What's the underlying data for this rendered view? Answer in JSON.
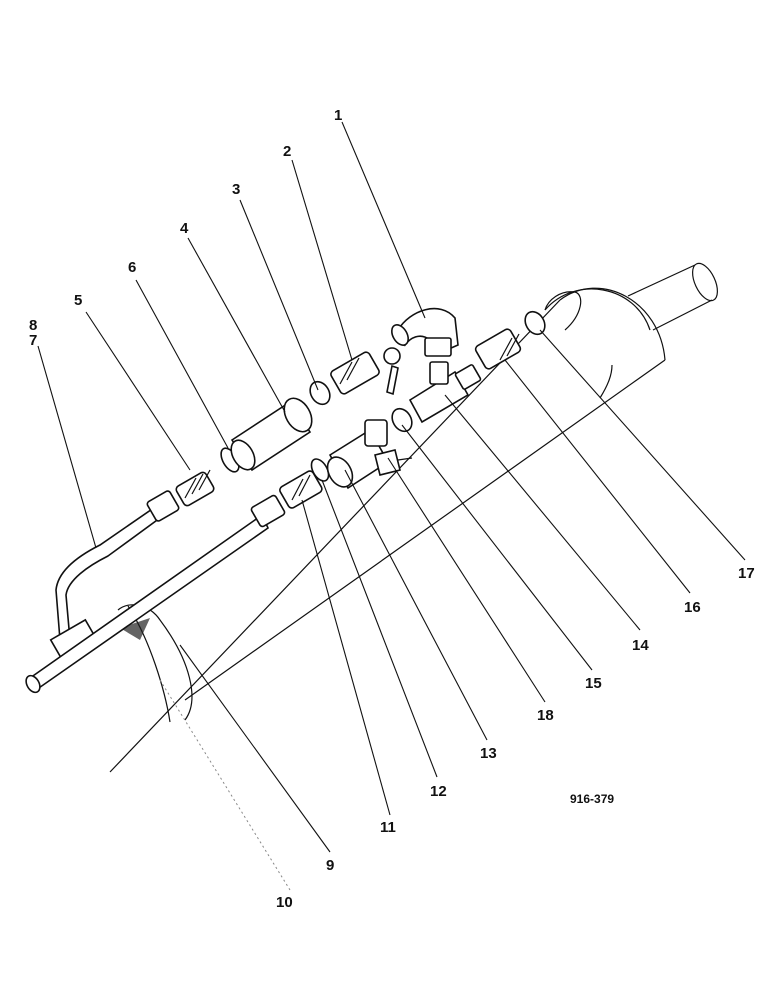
{
  "drawing_code": "916-379",
  "callouts": [
    {
      "id": "c1",
      "label": "1"
    },
    {
      "id": "c2",
      "label": "2"
    },
    {
      "id": "c3",
      "label": "3"
    },
    {
      "id": "c4",
      "label": "4"
    },
    {
      "id": "c5",
      "label": "5"
    },
    {
      "id": "c6",
      "label": "6"
    },
    {
      "id": "c7",
      "label": "7"
    },
    {
      "id": "c8",
      "label": "8"
    },
    {
      "id": "c9",
      "label": "9"
    },
    {
      "id": "c10",
      "label": "10"
    },
    {
      "id": "c11",
      "label": "11"
    },
    {
      "id": "c12",
      "label": "12"
    },
    {
      "id": "c13",
      "label": "13"
    },
    {
      "id": "c14",
      "label": "14"
    },
    {
      "id": "c15",
      "label": "15"
    },
    {
      "id": "c16",
      "label": "16"
    },
    {
      "id": "c17",
      "label": "17"
    },
    {
      "id": "c18",
      "label": "18"
    }
  ]
}
